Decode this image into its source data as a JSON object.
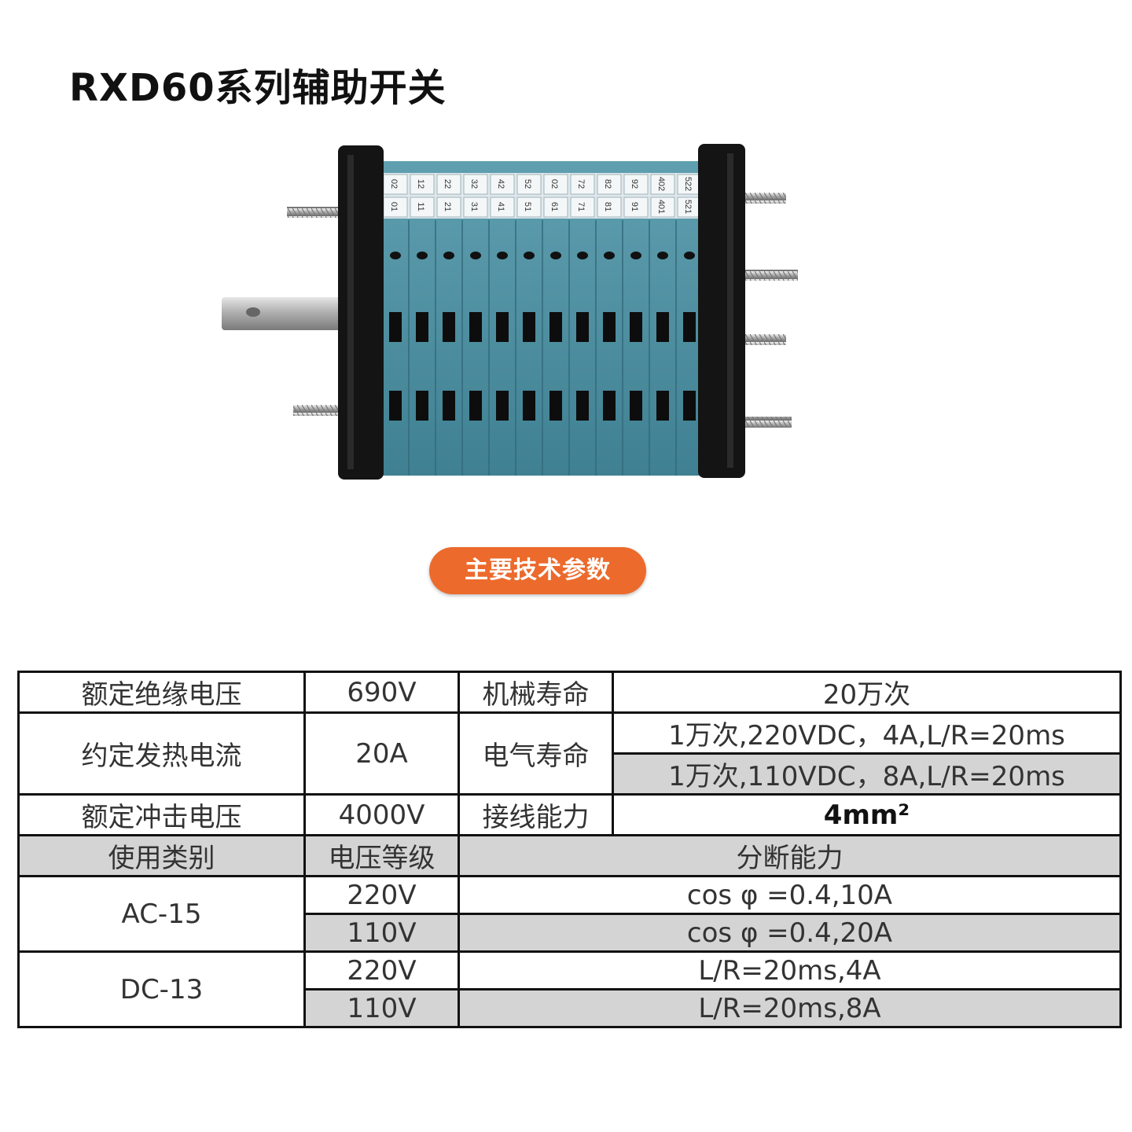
{
  "title": "RXD60系列辅助开关",
  "product_labels": {
    "top_row": [
      "02",
      "12",
      "22",
      "32",
      "42",
      "52",
      "02",
      "72",
      "82",
      "92",
      "402",
      "522"
    ],
    "bottom_row": [
      "01",
      "11",
      "21",
      "31",
      "41",
      "51",
      "61",
      "71",
      "81",
      "91",
      "401",
      "521"
    ]
  },
  "section_badge": "主要技术参数",
  "specs": {
    "r1": {
      "c1": "额定绝缘电压",
      "c2": "690V",
      "c3": "机械寿命",
      "c4": "20万次"
    },
    "r2": {
      "c1": "约定发热电流",
      "c2": "20A",
      "c3": "电气寿命",
      "c4a": "1万次,220VDC，4A,L/R=20ms",
      "c4b": "1万次,110VDC，8A,L/R=20ms"
    },
    "r3": {
      "c1": "额定冲击电压",
      "c2": "4000V",
      "c3": "接线能力",
      "c4": "4mm²"
    },
    "header": {
      "c1": "使用类别",
      "c2": "电压等级",
      "c3": "分断能力"
    },
    "ac": {
      "category": "AC-15",
      "v1": "220V",
      "b1": "cos φ =0.4,10A",
      "v2": "110V",
      "b2": "cos φ =0.4,20A"
    },
    "dc": {
      "category": "DC-13",
      "v1": "220V",
      "b1": "L/R=20ms,4A",
      "v2": "110V",
      "b2": "L/R=20ms,8A"
    }
  },
  "colors": {
    "accent": "#ec6a2c",
    "body_blue": "#4a8fa0",
    "frame": "#141414",
    "row_gray": "#d4d4d4"
  }
}
